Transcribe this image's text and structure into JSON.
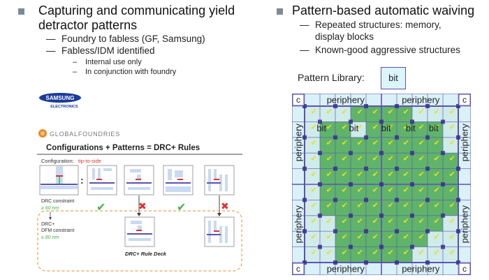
{
  "left": {
    "heading_line1": "Capturing and communicating yield",
    "heading_line2": "detractor patterns",
    "sub1": "Foundry to fabless (GF, Samsung)",
    "sub2": "Fabless/IDM identified",
    "subsub1": "Internal use only",
    "subsub2": "In conjunction with foundry"
  },
  "samsung": {
    "name": "SAMSUNG",
    "sub": "ELECTRONICS"
  },
  "gf": {
    "brand": "GLOBALFOUNDRIES",
    "title": "Configurations + Patterns = DRC+ Rules",
    "config_label": "Configuration:",
    "config_value": "tip-to-side",
    "drc_constraint": "DRC constraint",
    "drc_value": "≥ 60 nm",
    "drcplus": "DRC+",
    "dfm_constraint": "DFM constraint",
    "dfm_value": "≥ 80 nm",
    "deck": "DRC+ Rule Deck",
    "colon": ":"
  },
  "right": {
    "heading": "Pattern-based automatic waiving",
    "sub1_line1": "Repeated structures: memory,",
    "sub1_line2": "display blocks",
    "sub2": "Known-good aggressive structures",
    "library_label": "Pattern Library:",
    "library_bit": "bit"
  },
  "grid": {
    "corner": "c",
    "periphery": "periphery",
    "bit": "bit",
    "check": "✔"
  },
  "colors": {
    "bullet": "#7d8a93",
    "grid_green": "#5fb46a",
    "grid_light": "#dbf1f8",
    "grid_line": "#5b53b0",
    "check_yellow": "#e6e020",
    "gf_orange": "#e88a2e"
  }
}
